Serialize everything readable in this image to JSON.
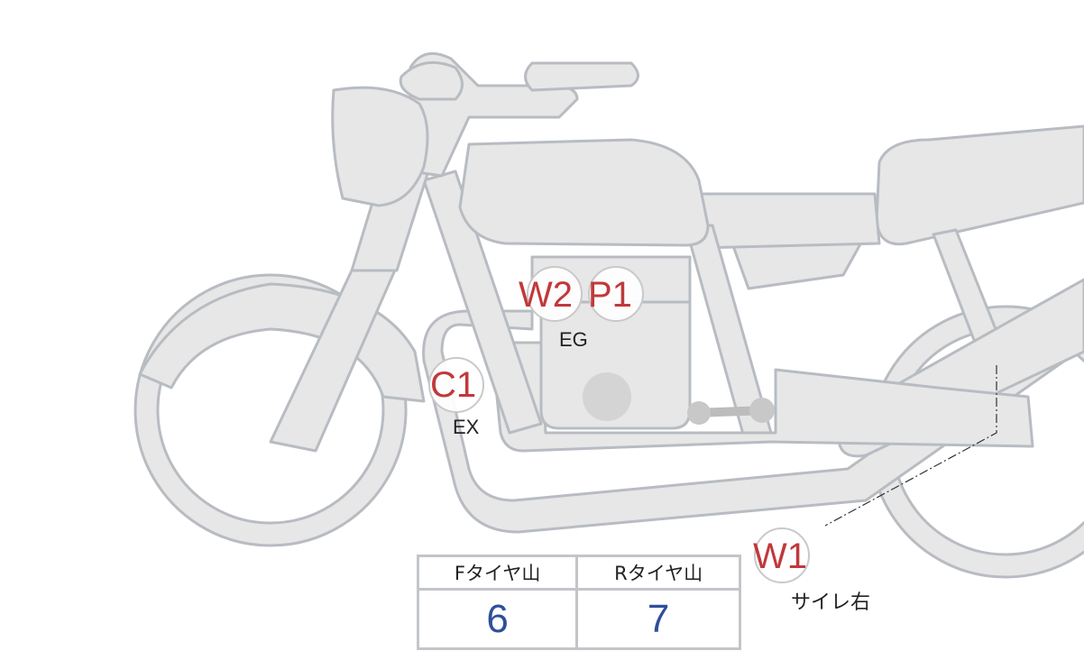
{
  "markers": [
    {
      "code": "W2",
      "label": "EG"
    },
    {
      "code": "P1"
    },
    {
      "code": "C1",
      "label": "EX"
    },
    {
      "code": "W1",
      "label": "サイレ右"
    }
  ],
  "tire_table": {
    "headers": [
      "Fタイヤ山",
      "Rタイヤ山"
    ],
    "values": [
      "6",
      "7"
    ]
  },
  "colors": {
    "code": "#c0393b",
    "value": "#2f4f9a",
    "bike_fill": "#e6e7e6",
    "bike_stroke": "#b8bcc2"
  }
}
